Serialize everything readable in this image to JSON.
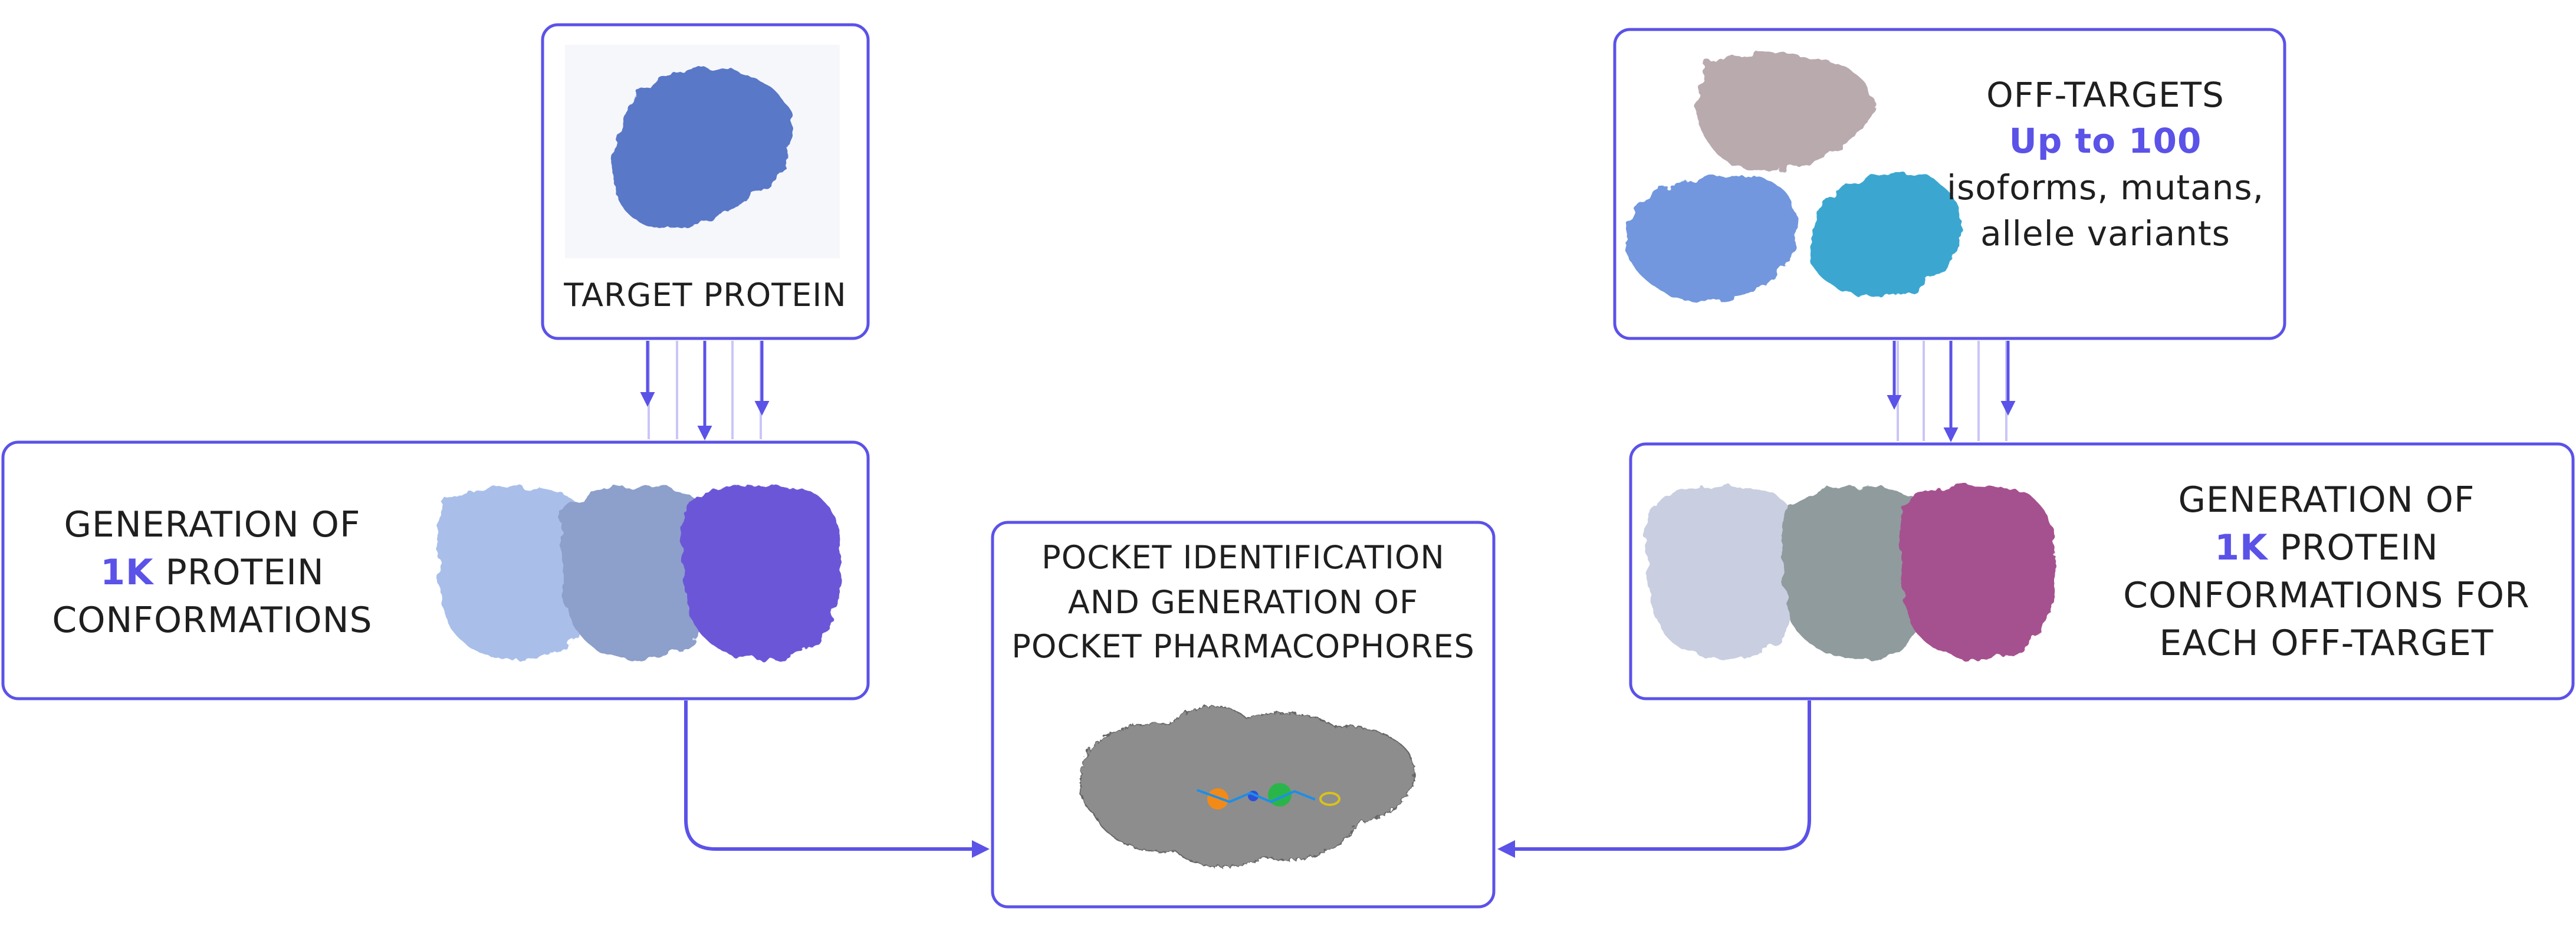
{
  "colors": {
    "border": "#5b52e8",
    "accent": "#5b52e8",
    "text": "#1f1f1f",
    "target_protein": "#4f6fc4",
    "conf_light": "#a8bde9",
    "conf_mid": "#8a9cc8",
    "conf_purple": "#6b55d6",
    "off_taupe": "#b8a9ad",
    "off_blue": "#6f98e0",
    "off_cyan": "#3aa6cf",
    "off_conf_light": "#c8cde0",
    "off_conf_gray": "#8e9a9c",
    "off_conf_magenta": "#a4508f",
    "pocket_gray": "#8e8e8e"
  },
  "target": {
    "label": "TARGET PROTEIN",
    "icon": "protein-structure-icon"
  },
  "off_targets": {
    "title": "OFF-TARGETS",
    "count_label": "Up to 100",
    "desc_line1": "isoforms, mutans,",
    "desc_line2": "allele variants"
  },
  "generation_target": {
    "line1": "GENERATION OF",
    "line2_accent": "1K",
    "line2_rest": " PROTEIN",
    "line3": "CONFORMATIONS"
  },
  "generation_offtarget": {
    "line1": "GENERATION OF",
    "line2_accent": "1K",
    "line2_rest": " PROTEIN",
    "line3": "CONFORMATIONS FOR",
    "line4": "EACH OFF-TARGET"
  },
  "pocket": {
    "line1": "POCKET IDENTIFICATION",
    "line2": "AND GENERATION OF",
    "line3": "POCKET PHARMACOPHORES",
    "icon": "pocket-pharmacophore-icon"
  }
}
